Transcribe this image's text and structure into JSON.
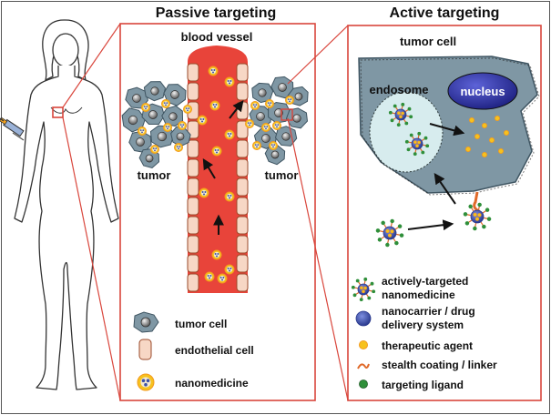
{
  "headings": {
    "passive": "Passive targeting",
    "active": "Active targeting"
  },
  "labels": {
    "blood_vessel": "blood vessel",
    "tumor_left": "tumor",
    "tumor_right": "tumor",
    "tumor_cell": "tumor cell",
    "endosome": "endosome",
    "nucleus": "nucleus"
  },
  "passive_legend": {
    "tumor_cell": "tumor cell",
    "endothelial_cell": "endothelial cell",
    "nanomedicine": "nanomedicine"
  },
  "active_legend": {
    "actively_targeted_1": "actively-targeted",
    "actively_targeted_2": "nanomedicine",
    "nanocarrier_1": "nanocarrier / drug",
    "nanocarrier_2": "delivery system",
    "therapeutic": "therapeutic agent",
    "stealth": "stealth coating / linker",
    "ligand": "targeting ligand"
  },
  "colors": {
    "frame_red": "#d9463c",
    "vessel_red": "#e8443a",
    "endothelial_fill": "#f7d7c5",
    "endothelial_stroke": "#9a4a2a",
    "tumor_cell_fill": "#7f97a4",
    "tumor_cell_stroke": "#3f5562",
    "tumor_cell_light": "#9fb2bd",
    "nucleus_blue": "#2a2fa0",
    "nanocarrier_blue": "#3d52a8",
    "therapeutic_yellow": "#f6c21e",
    "therapeutic_orange": "#f39a1e",
    "ligand_green": "#2f8f3a",
    "endosome_fill": "#d7ecee",
    "linker_orange": "#e06a2a"
  }
}
